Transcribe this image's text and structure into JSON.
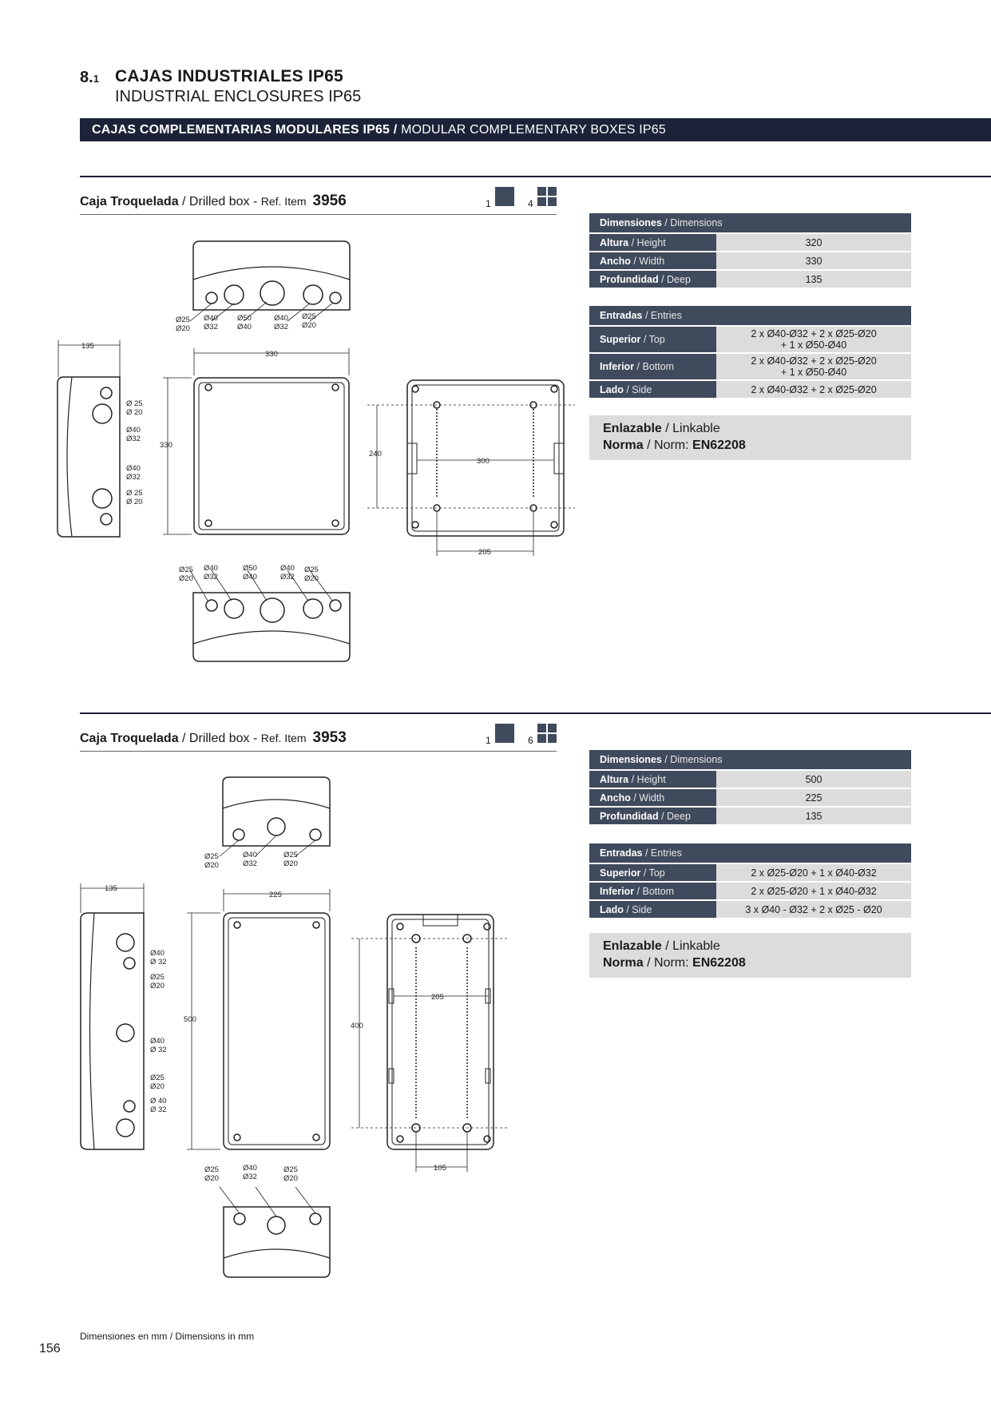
{
  "header": {
    "section_number": "8.",
    "section_sub": "1",
    "title_es": "CAJAS INDUSTRIALES IP65",
    "title_en": "INDUSTRIAL ENCLOSURES IP65",
    "banner_es": "CAJAS COMPLEMENTARIAS MODULARES IP65 /",
    "banner_en": " MODULAR COMPLEMENTARY BOXES IP65"
  },
  "products": [
    {
      "label_es": "Caja Troquelada",
      "label_en": " / Drilled box - ",
      "ref_label": "Ref.",
      "item_label": " Item",
      "ref": "3956",
      "pack_unit": "1",
      "pack_multi": "4",
      "dims_header": "Dimensiones",
      "dims_header_en": " / Dimensions",
      "dims": [
        {
          "label": "Altura",
          "label_en": " / Height",
          "value": "320"
        },
        {
          "label": "Ancho",
          "label_en": " / Width",
          "value": "330"
        },
        {
          "label": "Profundidad",
          "label_en": " / Deep",
          "value": "135"
        }
      ],
      "entries_header": "Entradas",
      "entries_header_en": " / Entries",
      "entries": [
        {
          "label": "Superior",
          "label_en": " / Top",
          "line1": "2 x Ø40-Ø32 + 2 x Ø25-Ø20",
          "line2": "+ 1 x Ø50-Ø40"
        },
        {
          "label": "Inferior",
          "label_en": " / Bottom",
          "line1": "2 x Ø40-Ø32 + 2 x Ø25-Ø20",
          "line2": "+ 1 x Ø50-Ø40"
        },
        {
          "label": "Lado",
          "label_en": " / Side",
          "line1": "2 x Ø40-Ø32 + 2 x Ø25-Ø20",
          "line2": ""
        }
      ],
      "linkable_es": "Enlazable",
      "linkable_en": " / Linkable",
      "norm_es": "Norma",
      "norm_en": " / Norm: ",
      "norm_value": "EN62208",
      "drawing": {
        "depth": "135",
        "width": "330",
        "height": "330",
        "fix_h": "240",
        "fix_w": "300",
        "fix_b": "205",
        "d25": "Ø25",
        "d20": "Ø20",
        "d40": "Ø40",
        "d32": "Ø32",
        "d50": "Ø50",
        "d40b": "Ø40",
        "side_d25": "Ø 25",
        "side_d20": "Ø 20",
        "side_d40": "Ø40",
        "side_d32": "Ø32"
      }
    },
    {
      "label_es": "Caja Troquelada",
      "label_en": " / Drilled box - ",
      "ref_label": "Ref.",
      "item_label": " Item",
      "ref": "3953",
      "pack_unit": "1",
      "pack_multi": "6",
      "dims_header": "Dimensiones",
      "dims_header_en": " / Dimensions",
      "dims": [
        {
          "label": "Altura",
          "label_en": " / Height",
          "value": "500"
        },
        {
          "label": "Ancho",
          "label_en": " / Width",
          "value": "225"
        },
        {
          "label": "Profundidad",
          "label_en": " / Deep",
          "value": "135"
        }
      ],
      "entries_header": "Entradas",
      "entries_header_en": " / Entries",
      "entries": [
        {
          "label": "Superior",
          "label_en": " / Top",
          "line1": "2 x Ø25-Ø20 + 1 x Ø40-Ø32",
          "line2": ""
        },
        {
          "label": "Inferior",
          "label_en": " / Bottom",
          "line1": "2 x Ø25-Ø20 + 1 x Ø40-Ø32",
          "line2": ""
        },
        {
          "label": "Lado",
          "label_en": " / Side",
          "line1": "3 x Ø40 - Ø32 + 2 x Ø25 - Ø20",
          "line2": ""
        }
      ],
      "linkable_es": "Enlazable",
      "linkable_en": " / Linkable",
      "norm_es": "Norma",
      "norm_en": " / Norm: ",
      "norm_value": "EN62208",
      "drawing": {
        "depth": "135",
        "width": "225",
        "height": "500",
        "fix_h": "400",
        "fix_w": "205",
        "fix_b": "105",
        "d25": "Ø25",
        "d20": "Ø20",
        "d40": "Ø40",
        "d32": "Ø32",
        "side_d40": "Ø40",
        "side_d32": "Ø 32",
        "side_d25": "Ø25",
        "side_d20": "Ø20",
        "side_d40b": "Ø 40"
      }
    }
  ],
  "footer": {
    "note_es": "Dimensiones en mm",
    "note_en": " / Dimensions in mm",
    "page": "156"
  }
}
